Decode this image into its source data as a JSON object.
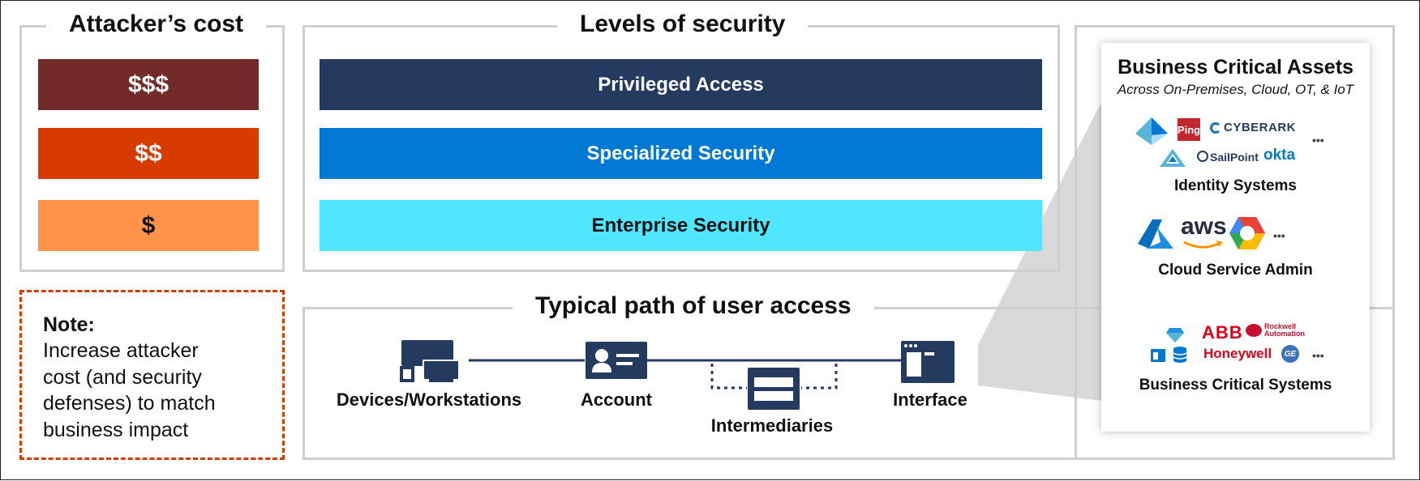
{
  "attackers_cost": {
    "title": "Attacker’s cost",
    "levels": [
      {
        "label": "$$$",
        "color": "#722a2a"
      },
      {
        "label": "$$",
        "color": "#d83b01"
      },
      {
        "label": "$",
        "color": "#ff9349"
      }
    ]
  },
  "levels_of_security": {
    "title": "Levels of security",
    "levels": [
      {
        "label": "Privileged Access",
        "color": "#243a5e"
      },
      {
        "label": "Specialized Security",
        "color": "#0078d4"
      },
      {
        "label": "Enterprise Security",
        "color": "#50e6ff"
      }
    ]
  },
  "note": {
    "title": "Note:",
    "lines": [
      "Increase attacker",
      "cost (and security",
      "defenses) to match",
      "business impact"
    ],
    "border_color": "#d73b02"
  },
  "user_access_path": {
    "title": "Typical path of user access",
    "nodes": [
      {
        "label": "Devices/Workstations",
        "icon": "devices-icon"
      },
      {
        "label": "Account",
        "icon": "account-card-icon"
      },
      {
        "label": "Intermediaries",
        "icon": "intermediaries-icon"
      },
      {
        "label": "Interface",
        "icon": "interface-window-icon"
      }
    ],
    "icon_color": "#243a5e"
  },
  "business_critical_assets": {
    "title": "Business Critical Assets",
    "subtitle": "Across On-Premises, Cloud, OT, & IoT",
    "groups": [
      {
        "label": "Identity Systems",
        "logos": [
          {
            "name": "azure-ad-icon"
          },
          {
            "name": "ping-identity-logo",
            "text": "Ping"
          },
          {
            "name": "cyberark-logo",
            "text": "CYBERARK"
          },
          {
            "name": "active-directory-icon"
          },
          {
            "name": "sailpoint-logo",
            "text": "SailPoint"
          },
          {
            "name": "okta-logo",
            "text": "okta"
          },
          {
            "name": "more-icon",
            "text": "•••"
          }
        ]
      },
      {
        "label": "Cloud Service Admin",
        "logos": [
          {
            "name": "azure-logo-icon"
          },
          {
            "name": "aws-logo",
            "text": "aws"
          },
          {
            "name": "google-cloud-icon"
          },
          {
            "name": "more-icon",
            "text": "•••"
          }
        ]
      },
      {
        "label": "Business Critical Systems",
        "logos": [
          {
            "name": "gem-icon"
          },
          {
            "name": "abb-logo",
            "text": "ABB"
          },
          {
            "name": "rockwell-automation-logo",
            "text": "Rockwell Automation"
          },
          {
            "name": "app-tile-icon"
          },
          {
            "name": "database-icon"
          },
          {
            "name": "honeywell-logo",
            "text": "Honeywell"
          },
          {
            "name": "ge-logo",
            "text": "GE"
          },
          {
            "name": "more-icon",
            "text": "•••"
          }
        ]
      }
    ]
  }
}
